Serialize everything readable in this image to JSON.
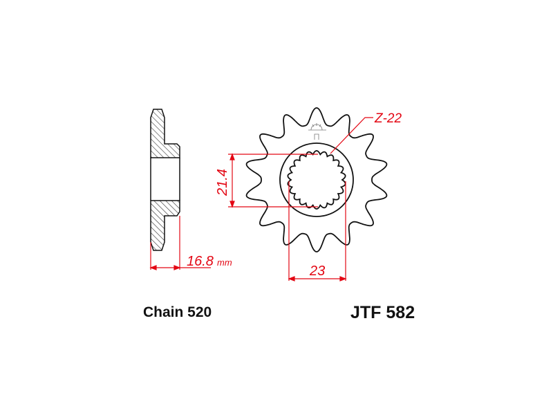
{
  "chain_label": "Chain 520",
  "part_number": "JTF 582",
  "dimensions": {
    "teeth_label": "Z-22",
    "bore_height": "21.4",
    "bore_width": "23",
    "offset": "16.8",
    "offset_unit": "mm"
  },
  "sprocket": {
    "teeth": 14,
    "splines": 22
  },
  "colors": {
    "outline": "#111111",
    "dimension": "#e30613"
  }
}
